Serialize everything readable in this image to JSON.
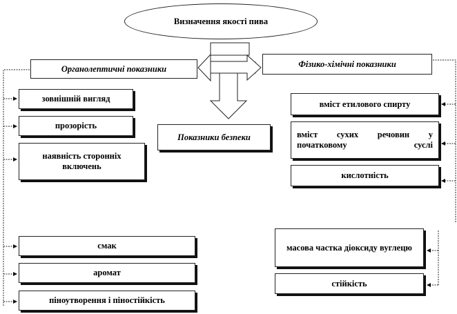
{
  "title": "Визначення якості пива",
  "categories": {
    "organoleptic": "Органолептичні показники",
    "physchem": "Фізико-хімічні показники",
    "safety": "Показники безпеки"
  },
  "organoleptic_items": [
    "зовнішній вигляд",
    "прозорість",
    "наявність сторонніх включень",
    "смак",
    "аромат",
    "піноутворення і піностійкість"
  ],
  "physchem_items": [
    "вміст етилового спирту",
    "вміст сухих речовин у початковому суслі",
    "кислотність",
    "масова частка діоксиду вуглецю",
    "стійкість"
  ]
}
